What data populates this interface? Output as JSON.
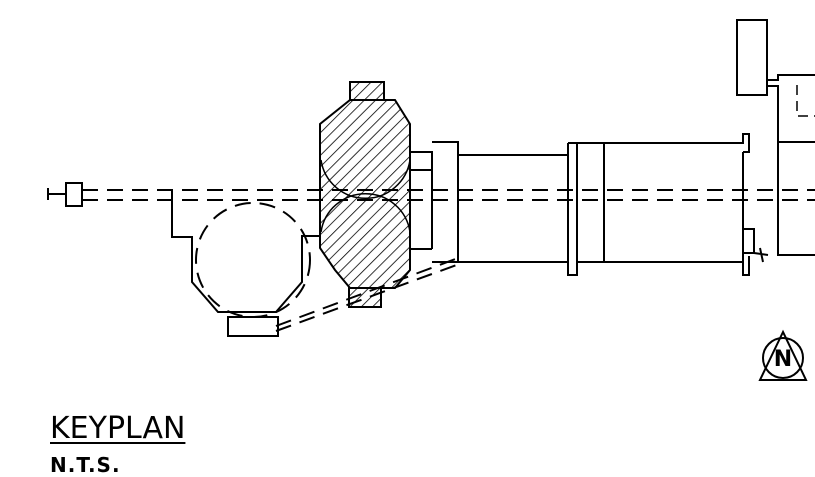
{
  "title": "KEYPLAN",
  "scale_note": "N.T.S.",
  "north_arrow_label": "N"
}
